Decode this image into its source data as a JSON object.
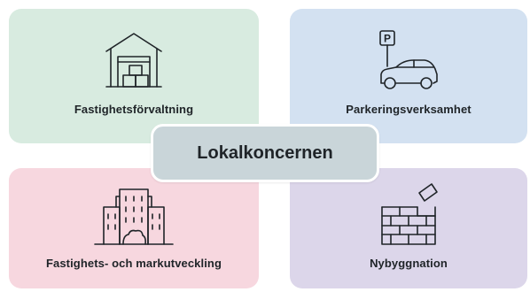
{
  "colors": {
    "fastighetsforvaltning": "#d8ebe0",
    "parkeringsverksamhet": "#d3e1f1",
    "fastighets_och_markutveckling": "#f7d7df",
    "nybyggnation": "#dcd6ea",
    "center": "#c9d5d9",
    "icon_stroke": "#1f2428"
  },
  "center": {
    "title": "Lokalkoncernen"
  },
  "quadrants": {
    "top_left": {
      "label": "Fastighetsförvaltning",
      "icon": "warehouse-icon"
    },
    "top_right": {
      "label": "Parkeringsverksamhet",
      "icon": "parking-car-icon",
      "sign_text": "P"
    },
    "bottom_left": {
      "label": "Fastighets- och markutveckling",
      "icon": "buildings-icon"
    },
    "bottom_right": {
      "label": "Nybyggnation",
      "icon": "brick-wall-icon"
    }
  }
}
